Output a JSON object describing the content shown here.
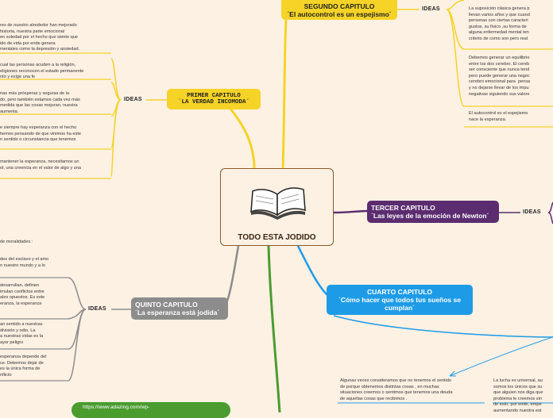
{
  "central": {
    "title": "TODO ESTA JODIDO",
    "icon": "open-book-icon"
  },
  "topics": [
    {
      "id": "primer",
      "line1": "PRIMER CAPITULO",
      "line2": "´LA VERDAD INCOMODA´",
      "color": "#f5d327"
    },
    {
      "id": "segundo",
      "line1": "SEGUNDO CAPITULO",
      "line2": "´El autocontrol es un espejismo´",
      "color": "#f5d327"
    },
    {
      "id": "tercer",
      "line1": "TERCER CAPITULO",
      "line2": "´Las leyes de la emoción de Newton´",
      "color": "#5b2c6f"
    },
    {
      "id": "cuarto",
      "line1": "CUARTO CAPITULO",
      "line2": "´Cómo hacer que todos tus sueños se cumplan´",
      "color": "#1e9be6"
    },
    {
      "id": "quinto",
      "line1": "QUINTO CAPITULO",
      "line2": "´La esperanza está jodida´",
      "color": "#8c8c8c"
    }
  ],
  "ideas_label": "IDEAS",
  "notes": {
    "primer": [
      "res de nuestro alrededor han mejorado\nhistoria, nuestra parte emocional\n en soledad por el hecho que siente que\nido de vida por ende genera\nmentales como la depresión y ansiedad.",
      " cual las personas acuden a la religión,\neligiones reconocen el estado permanente\nnto y exige una fe",
      "nas más prósperas y seguras de la\ndo, pero también estamos cada vez más\n medida que las cosas mejoran, nuestra\naumenta.",
      "e siempre hay esperanza con el hecho\nhemos pensando de que vinimos ha este\nn sentido o circunstancia que tenemos",
      " mantener la esperanza, necesitamos un\nol, una creencia en el valor de algo y una"
    ],
    "segundo": [
      "La suposición clásica genera p\nllevan varios años y que cuand\npersonas con ciertas caracteri\ngustos, su físico ,su forma de\nalguna enfermedad mental ten\ncriterio de como son pero real",
      "Debemos generar un equilibrio\nentre los dos cerebro. El cereb\nser consciente que nunca tend\npero puede generar una negoc\ncerebro emocional para  pensa\ny no dejarse llevar de los impu\nnegativas siguiendo sus valore",
      "El autocontrol es el espejismo\nnace la esperanza."
    ],
    "quinto_heading": "de moralidades :",
    "quinto": [
      "des del esclavo y el amo\nn nuestro mundo y a lo",
      "desarrollan, definen\nimulan conflictos entre\nales opuestos. Es este\neranza, la esperanza",
      "an sentido a nuestras\n división y odio. La\na nuestras vidas es la\nayor peligro",
      " esperanza depende del\nce. Debemos dejar de\n es la única forma de\nnflicto"
    ],
    "cuarto": [
      "Algunas veces consideramos que no tenemos el sentido\nde porque obtenemos distintas cosas , en muchas\nsituaciones  creemos o sentimos que tenemos una deuda\nde aquellas cosas que recibimos .",
      "La lucha es universal, au\nsomos los únicos que su\nque alguien nos diga que\nproblema le creemos sin\nde esto, por ende, empe\naumentando nuestra est"
    ]
  },
  "link": {
    "url": "https://www.adazing.com/wp-"
  }
}
